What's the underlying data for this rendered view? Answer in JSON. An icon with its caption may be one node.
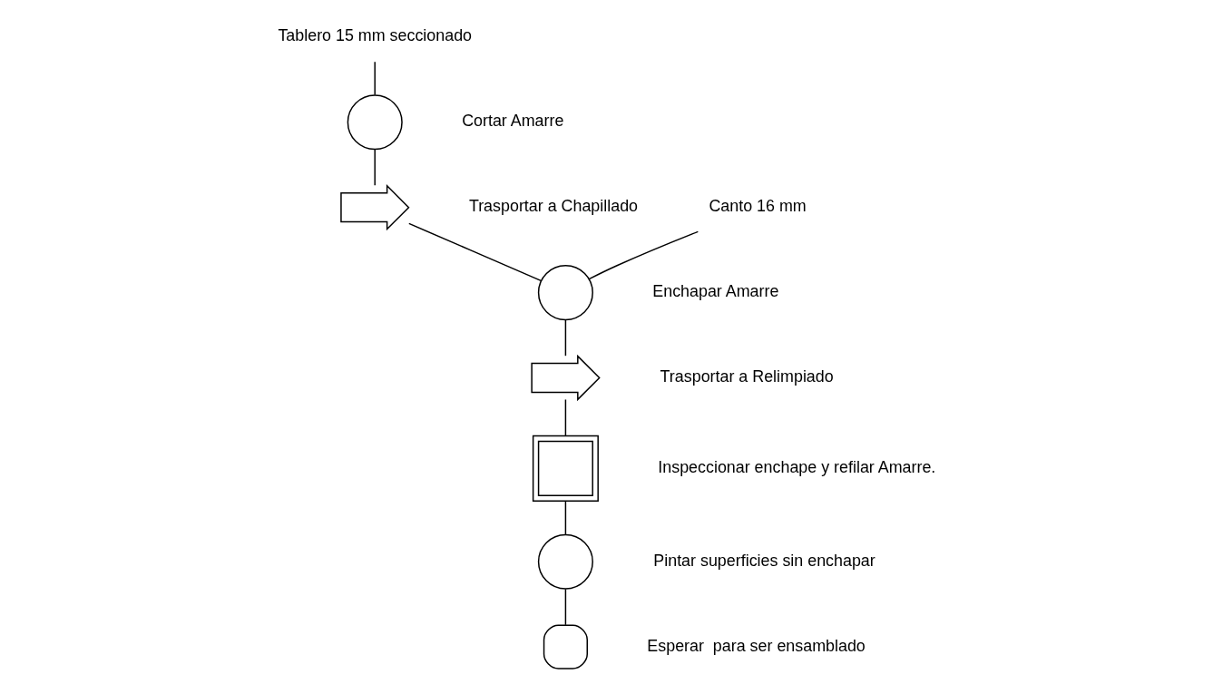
{
  "diagram": {
    "nodes": [
      {
        "text": [
          "Tablero 15 mm seccionado"
        ]
      },
      {
        "text": [],
        "shape": "circle",
        "beside": [
          "Cortar Amarre"
        ]
      },
      {
        "text": [],
        "shape": "arrow",
        "beside": [
          "Trasportar a Chapillado"
        ]
      },
      {
        "text": [
          "Canto 16 mm"
        ]
      },
      {
        "text": [],
        "shape": "circle",
        "beside": [
          "Enchapar Amarre"
        ]
      },
      {
        "text": [],
        "shape": "arrow",
        "beside": [
          "Trasportar a Relimpiado"
        ]
      },
      {
        "text": [],
        "shape": "box",
        "beside": [
          "Inspeccionar enchape y refilar Amarre."
        ]
      },
      {
        "text": [],
        "shape": "circle",
        "beside": [
          "Pintar superficies sin enchapar"
        ]
      },
      {
        "text": [],
        "shape": "delay",
        "beside": [
          "Esperar  para ser ensamblado"
        ]
      }
    ],
    "edges": [
      {
        "from": 0,
        "to": 1,
        "arrow": "none"
      },
      {
        "from": 1,
        "to": 2,
        "arrow": "none"
      },
      {
        "from": 2,
        "to": 4,
        "arrow": "none"
      },
      {
        "from": 3,
        "to": 4,
        "arrow": "none"
      },
      {
        "from": 4,
        "to": 5,
        "arrow": "none"
      },
      {
        "from": 5,
        "to": 6,
        "arrow": "none"
      },
      {
        "from": 6,
        "to": 7,
        "arrow": "none"
      },
      {
        "from": 7,
        "to": 8,
        "arrow": "none"
      }
    ]
  }
}
